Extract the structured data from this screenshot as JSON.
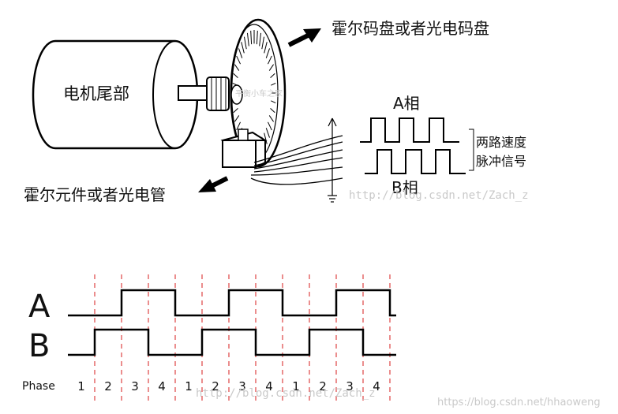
{
  "diagram": {
    "labels": {
      "motor_tail": "电机尾部",
      "code_disc": "霍尔码盘或者光电码盘",
      "sensor": "霍尔元件或者光电管",
      "phase_a": "A相",
      "phase_b": "B相",
      "pulse_line1": "两路速度",
      "pulse_line2": "脉冲信号",
      "disc_stamp": "平衡小车之家"
    },
    "timing": {
      "signal_a": "A",
      "signal_b": "B",
      "phase_label": "Phase",
      "phases": [
        "1",
        "2",
        "3",
        "4",
        "1",
        "2",
        "3",
        "4",
        "1",
        "2",
        "3",
        "4"
      ]
    },
    "watermarks": {
      "top": "http://blog.csdn.net/Zach_z",
      "bottom_mid": "http://blog.csdn.net/Zach_z",
      "bottom_right": "https://blog.csdn.net/hhaoweng"
    }
  }
}
